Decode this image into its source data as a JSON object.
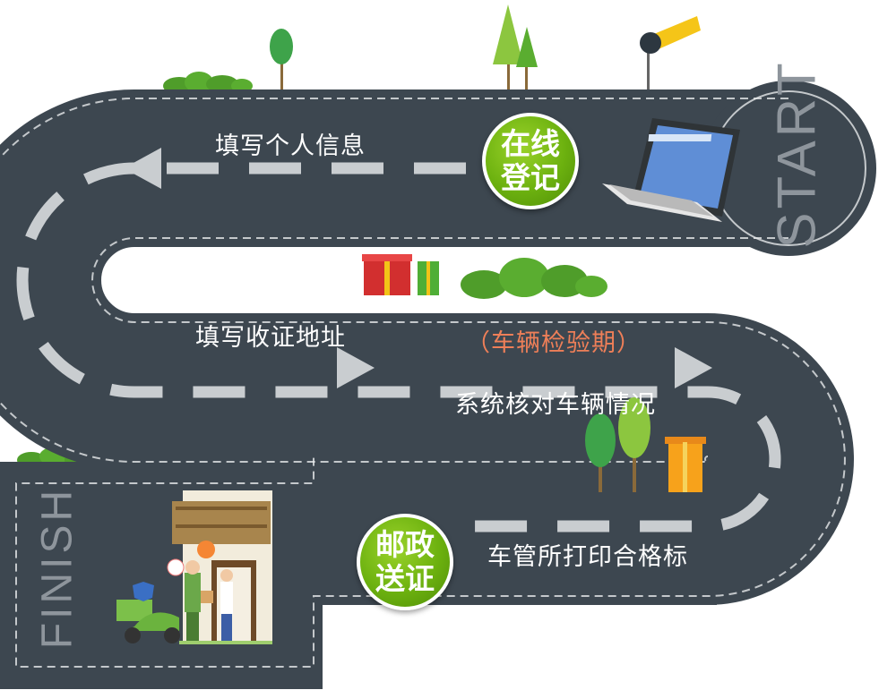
{
  "start_label": "START",
  "finish_label": "FINISH",
  "stations": {
    "online": {
      "line1": "在线",
      "line2": "登记"
    },
    "postal": {
      "line1": "邮政",
      "line2": "送证"
    }
  },
  "steps": {
    "fill_personal": "填写个人信息",
    "fill_address": "填写收证地址",
    "inspection_period": "（车辆检验期）",
    "system_check": "系统核对车辆情况",
    "print_label": "车管所打印合格标"
  },
  "colors": {
    "road": "#3d4750",
    "lane_dash": "#c9cdd0",
    "badge_green": "#6cb10f",
    "note_orange": "#ee7f58"
  },
  "icons": [
    "laptop-icon",
    "gift-box-icon",
    "tree-icon",
    "windsock-icon",
    "courier-house-icon",
    "bush-icon"
  ]
}
